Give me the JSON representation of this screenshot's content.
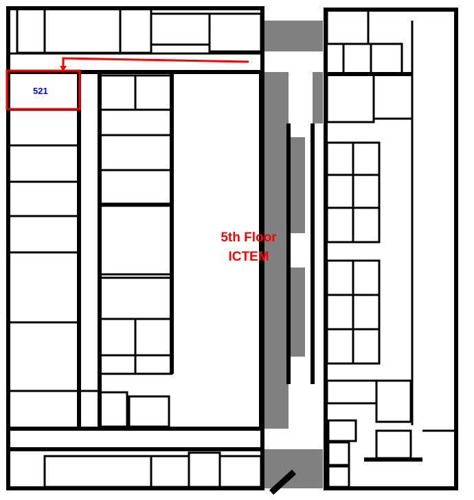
{
  "floor_plan": {
    "room_label": "521",
    "floor_title_line1": "5th Floor",
    "floor_title_line2": "ICTEM"
  },
  "colors": {
    "highlight": "#ff0000",
    "room_label": "#0000ff",
    "atrium": "#808080",
    "wall": "#000000"
  }
}
